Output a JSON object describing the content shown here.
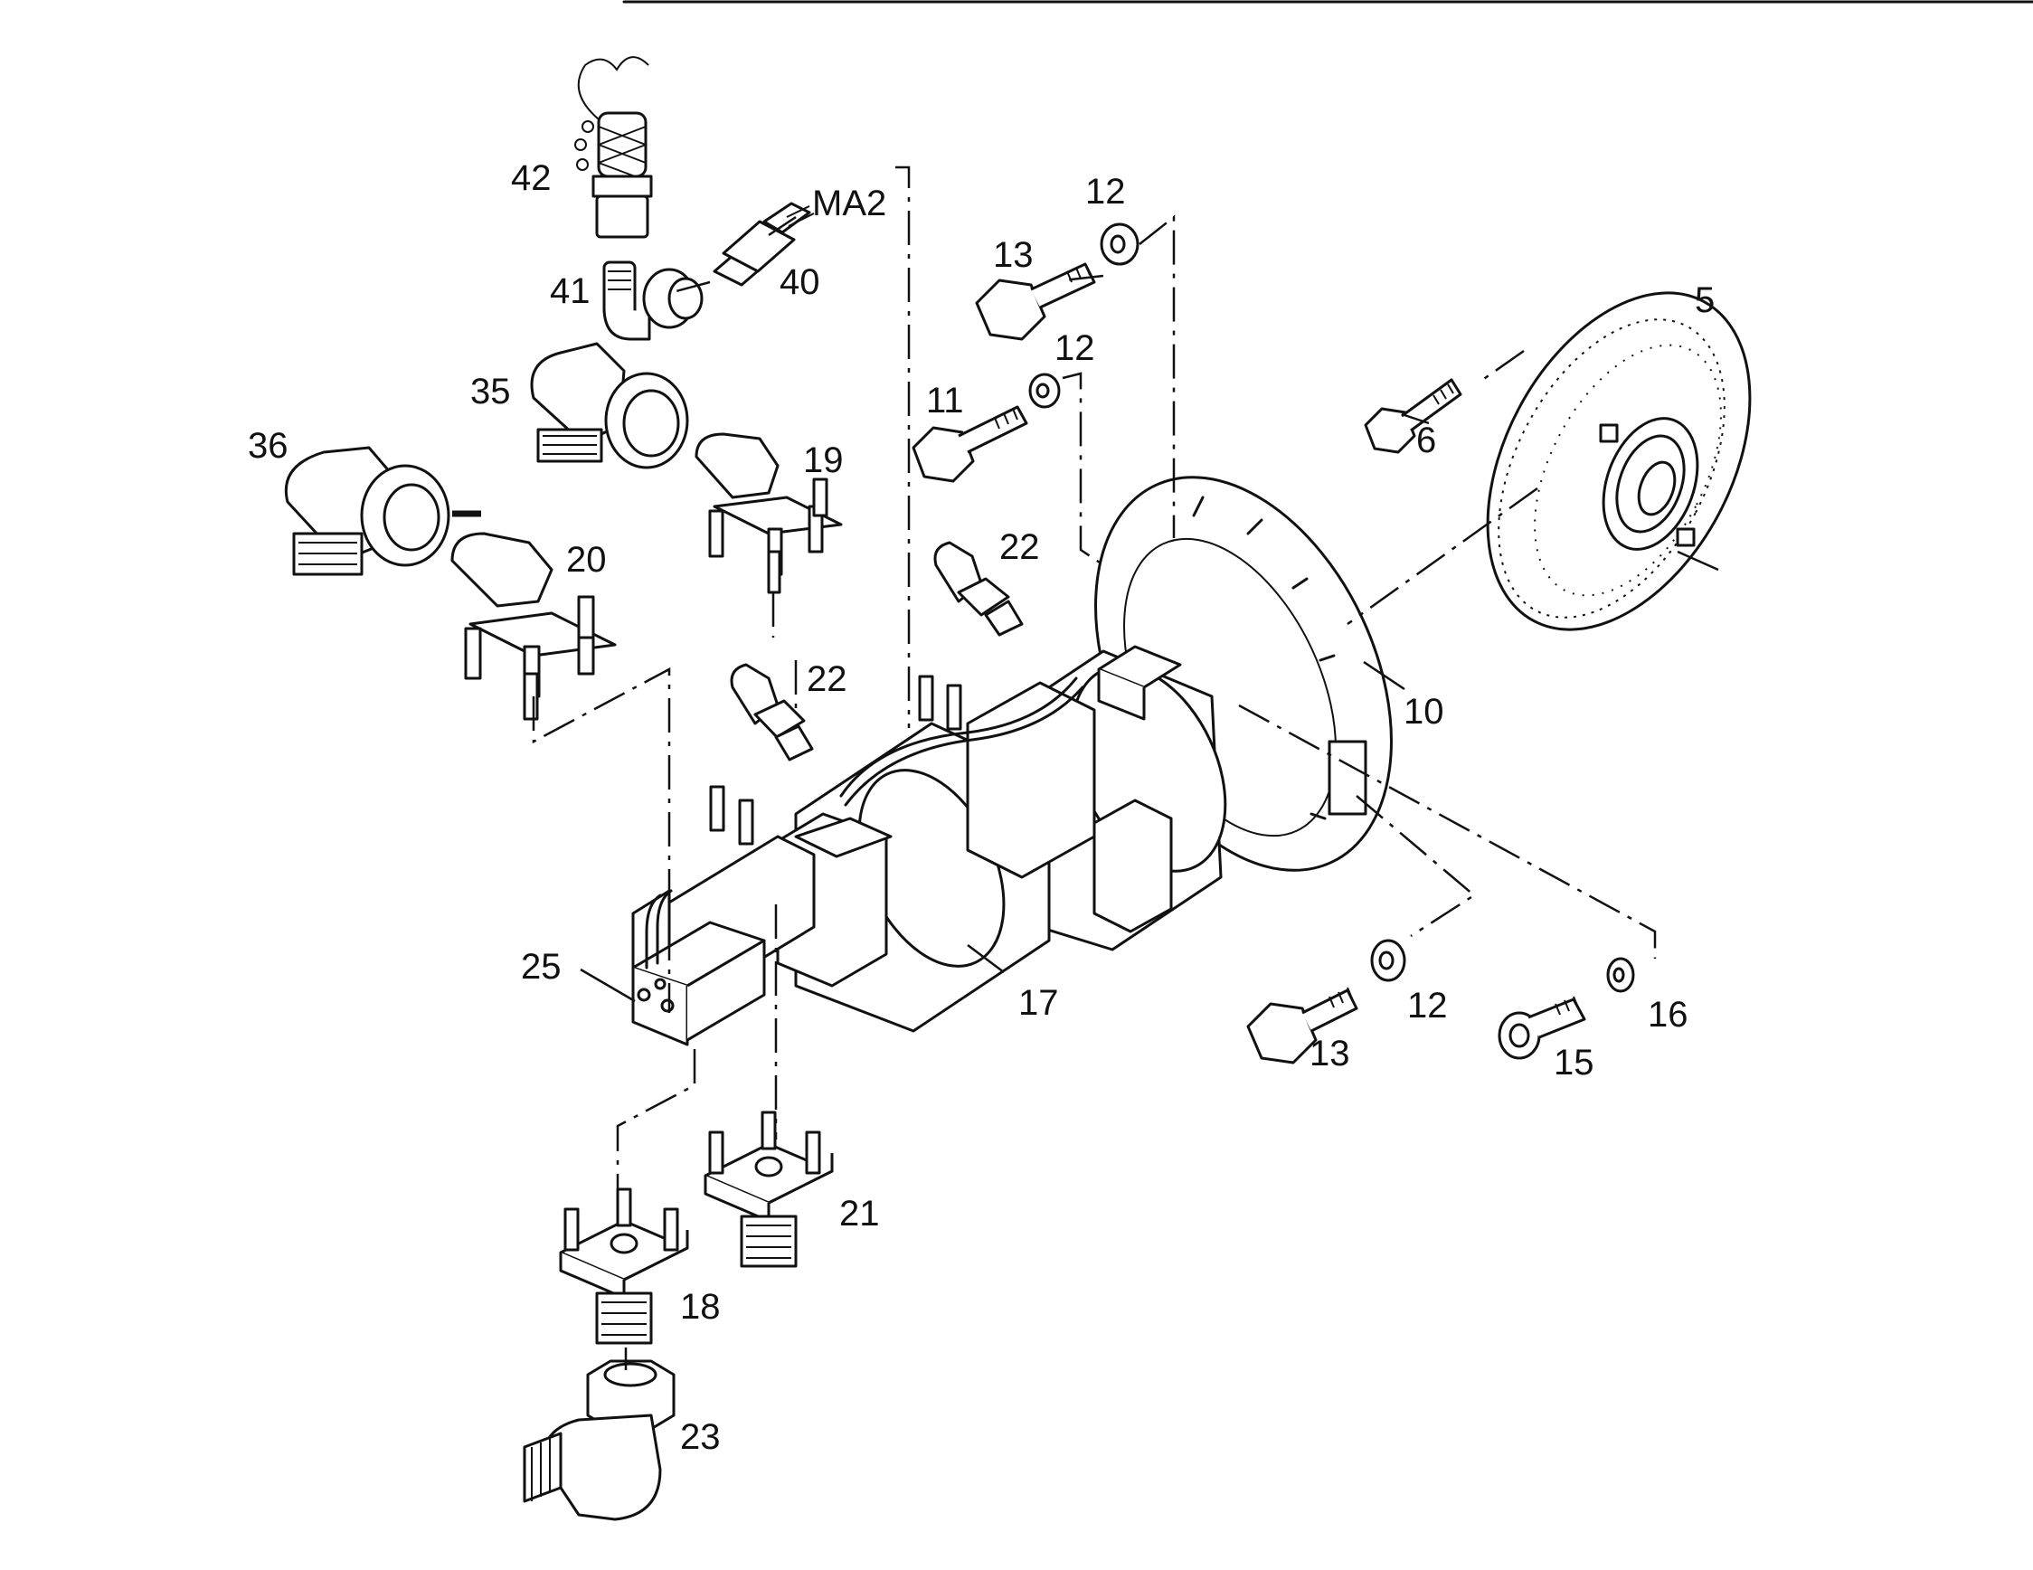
{
  "labels": {
    "p42": "42",
    "pMA2": "MA2",
    "p41": "41",
    "p40": "40",
    "p12a": "12",
    "p13a": "13",
    "p5": "5",
    "p35": "35",
    "p12b": "12",
    "p11": "11",
    "p6": "6",
    "p36": "36",
    "p19": "19",
    "p20": "20",
    "p22a": "22",
    "p22b": "22",
    "p10": "10",
    "p25": "25",
    "p17": "17",
    "p12c": "12",
    "p13b": "13",
    "p16": "16",
    "p15": "15",
    "p21": "21",
    "p18": "18",
    "p23": "23"
  }
}
